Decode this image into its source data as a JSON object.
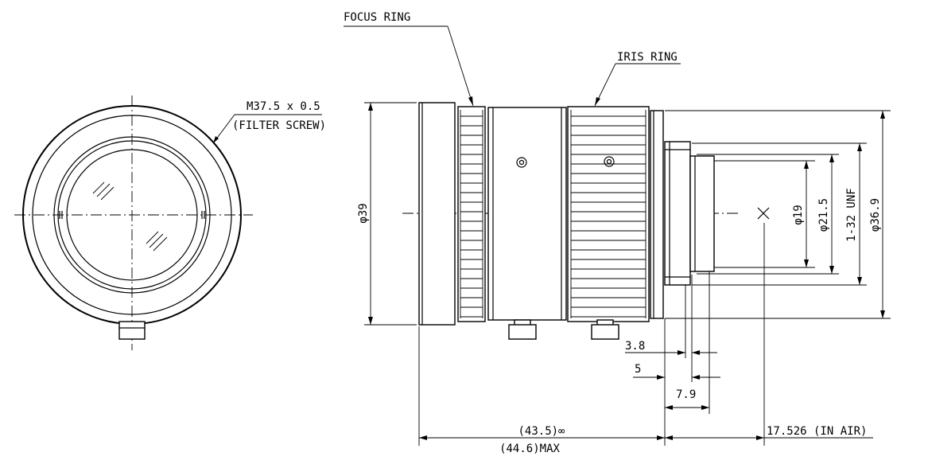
{
  "labels": {
    "focus_ring": "FOCUS RING",
    "iris_ring": "IRIS RING",
    "filter_thread": "M37.5 x 0.5",
    "filter_screw": "(FILTER SCREW)"
  },
  "dimensions": {
    "dia39": "φ39",
    "dia19": "φ19",
    "dia21_5": "φ21.5",
    "mount_thread": "1-32 UNF",
    "dia36_9": "φ36.9",
    "d3_8": "3.8",
    "d5": "5",
    "d7_9": "7.9",
    "len_inf": "(43.5)∞",
    "len_max": "(44.6)MAX",
    "flange_back": "17.526 (IN AIR)"
  }
}
